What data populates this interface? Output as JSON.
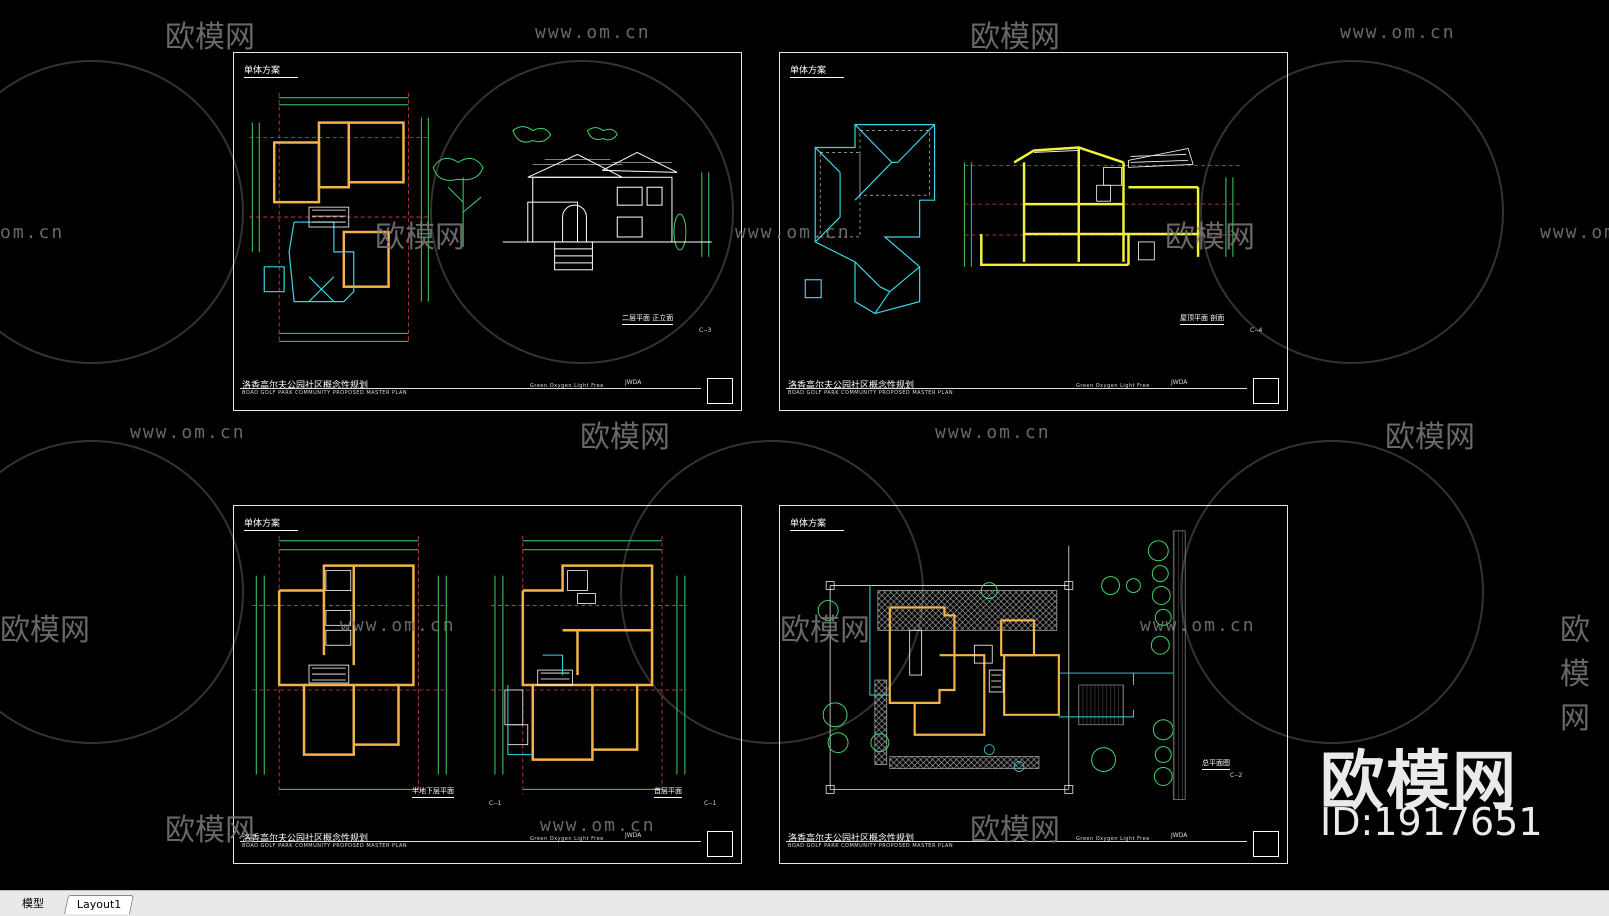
{
  "tabs": [
    {
      "label": "模型",
      "active": false
    },
    {
      "label": "Layout1",
      "active": true
    }
  ],
  "watermark": {
    "brand": "欧模网",
    "url": "www.om.cn",
    "url_partial": "om.cn",
    "id_text": "ID:1917651"
  },
  "sheets": [
    {
      "label": "单体方案",
      "caption": "二层平面 正立面",
      "sheet_no": "C--3",
      "title_cn": "洛香高尔夫公园社区概念性规划",
      "title_en": "BOAD GOLF PARK COMMUNITY PROPOSED MASTER PLAN",
      "tagline": "Green   Oxygen   Light   Free",
      "code": "JWDA"
    },
    {
      "label": "单体方案",
      "caption": "屋顶平面 剖面",
      "sheet_no": "C--4",
      "title_cn": "洛香高尔夫公园社区概念性规划",
      "title_en": "BOAD GOLF PARK COMMUNITY PROPOSED MASTER PLAN",
      "tagline": "Green   Oxygen   Light   Free",
      "code": "JWDA"
    },
    {
      "label": "单体方案",
      "caption_left": "半地下层平面",
      "caption_right": "首层平面",
      "sheet_no": "C--1",
      "title_cn": "洛香高尔夫公园社区概念性规划",
      "title_en": "BOAD GOLF PARK COMMUNITY PROPOSED MASTER PLAN",
      "tagline": "Green   Oxygen   Light   Free",
      "code": "JWDA"
    },
    {
      "label": "单体方案",
      "caption": "总平面图",
      "sheet_no": "C--2",
      "title_cn": "洛香高尔夫公园社区概念性规划",
      "title_en": "BOAD GOLF PARK COMMUNITY PROPOSED MASTER PLAN",
      "tagline": "Green   Oxygen   Light   Free",
      "code": "JWDA"
    }
  ],
  "colors": {
    "background": "#000000",
    "sheet_border": "#e6e6e6",
    "wall": "#f3b34a",
    "dim": "#3fd36b",
    "axis": "#e04040",
    "cyan": "#38d6e6",
    "yellow": "#f2f23a",
    "watermark": "#7b7b7b"
  }
}
